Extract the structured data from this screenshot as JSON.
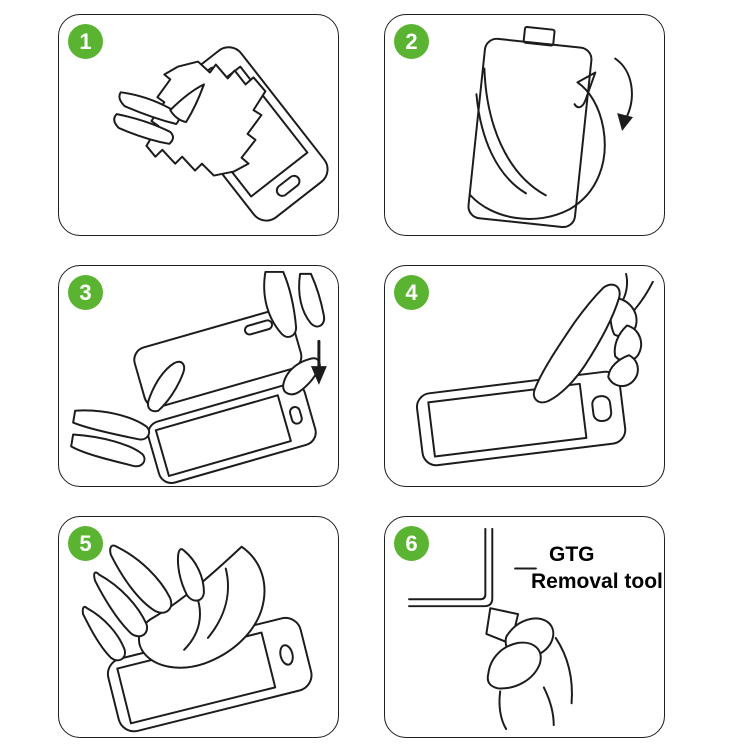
{
  "colors": {
    "badge_green": "#5bb431",
    "line": "#1c1c1c"
  },
  "steps": [
    {
      "number": "1",
      "illustration": "wipe-screen-with-cleaning-cloth"
    },
    {
      "number": "2",
      "illustration": "peel-backing-film-from-protector"
    },
    {
      "number": "3",
      "illustration": "align-and-lower-protector-onto-phone"
    },
    {
      "number": "4",
      "illustration": "press-center-of-screen-with-finger"
    },
    {
      "number": "5",
      "illustration": "smooth-surface-with-cloth"
    },
    {
      "number": "6",
      "illustration": "lift-corner-with-removal-tool",
      "label_line1": "GTG",
      "label_line2": "Removal tool"
    }
  ]
}
